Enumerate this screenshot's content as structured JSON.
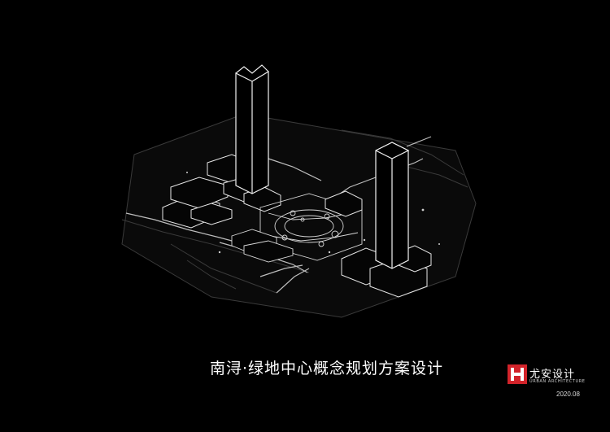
{
  "title": "南浔·绿地中心概念规划方案设计",
  "logo": {
    "name": "尤安设计",
    "subtitle": "URBAN ARCHITECTURE",
    "accent_color": "#d2232a"
  },
  "date": "2020.08"
}
